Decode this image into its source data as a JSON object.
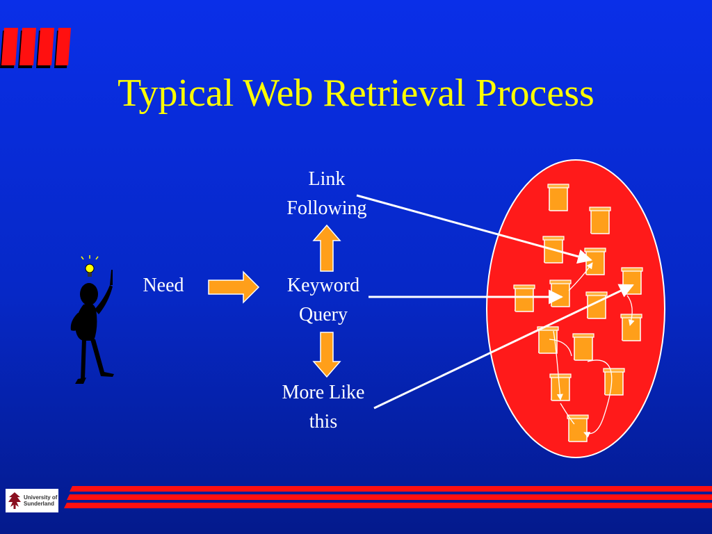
{
  "slide": {
    "title": "Typical Web Retrieval Process",
    "labels": {
      "need": "Need",
      "keyword_query": [
        "Keyword",
        "Query"
      ],
      "link_following": [
        "Link",
        "Following"
      ],
      "more_like_this": [
        "More Like",
        "this"
      ]
    },
    "logo": {
      "lines": [
        "University of",
        "Sunderland"
      ]
    },
    "icons": {
      "decoration": "red-bars-icon",
      "person": "thinking-person-icon",
      "lightbulb": "lightbulb-icon",
      "documents": "document-scroll-icon",
      "arrows": "orange-block-arrow-icon"
    },
    "colors": {
      "background": "#0628c6",
      "title": "#ffff00",
      "text": "#ffffff",
      "web_ellipse": "#ff1a1a",
      "document": "#ff9f1a",
      "arrow": "#ff9f1a",
      "bars": "#ff1010"
    }
  }
}
